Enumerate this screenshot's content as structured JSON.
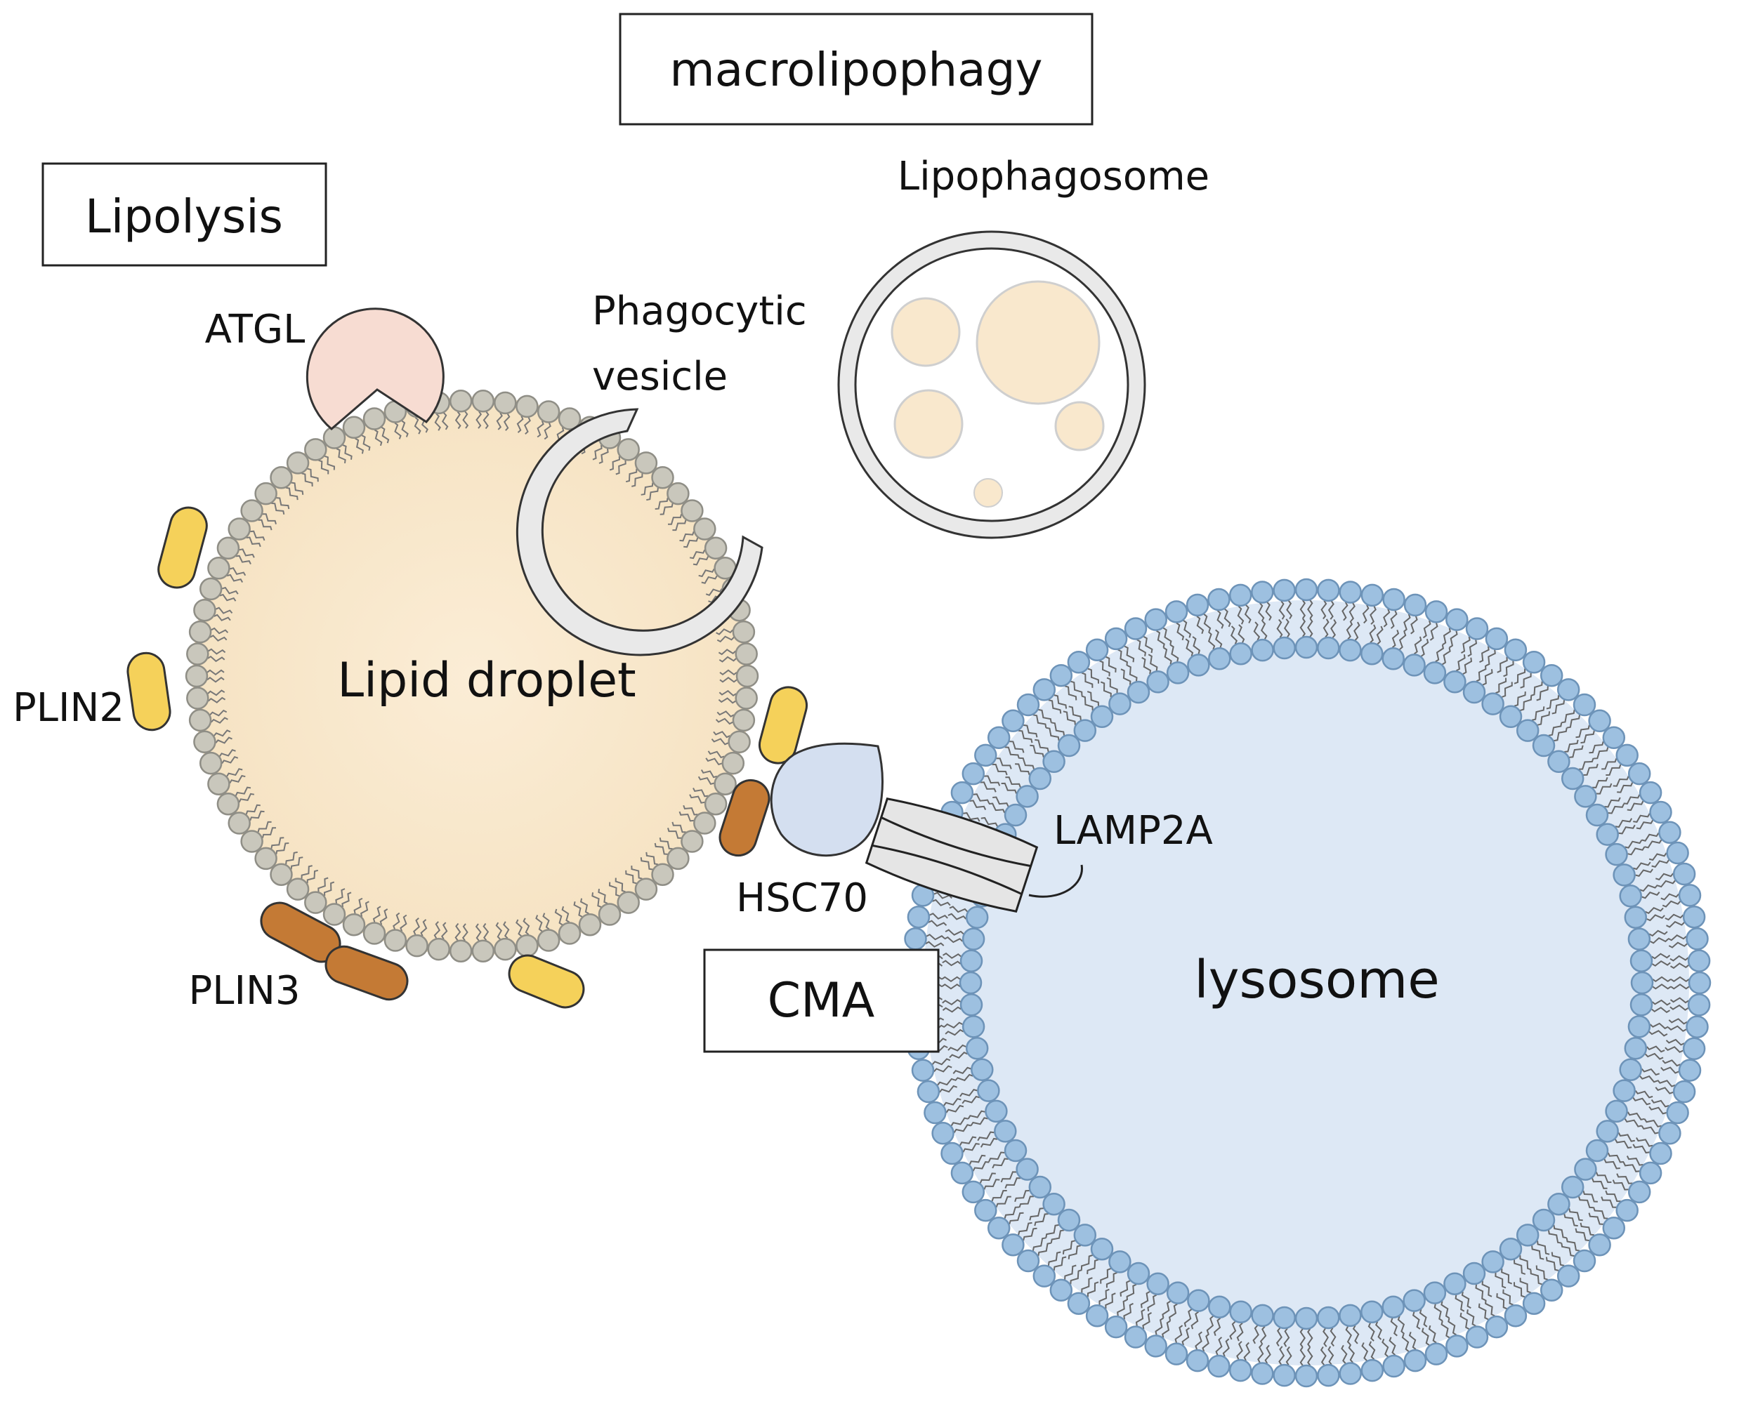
{
  "labels": {
    "macrolipophagy": "macrolipophagy",
    "lipolysis": "Lipolysis",
    "lipophagosome": "Lipophagosome",
    "phagocytic_vesicle_line1": "Phagocytic",
    "phagocytic_vesicle_line2": "vesicle",
    "atgl": "ATGL",
    "plin2": "PLIN2",
    "plin3": "PLIN3",
    "lipid_droplet": "Lipid droplet",
    "hsc70": "HSC70",
    "lamp2a": "LAMP2A",
    "cma": "CMA",
    "lysosome": "lysosome"
  },
  "colors": {
    "lipid_fill": "#f9e8cd",
    "lipid_head": "#c9c7bc",
    "lipid_head_stroke": "#8f8e86",
    "lysosome_fill": "#dde8f5",
    "lysosome_head": "#9dc0e0",
    "lysosome_head_stroke": "#6d93b8",
    "atgl": "#f7dcd2",
    "plin2": "#f5d15a",
    "plin3": "#c47a35",
    "hsc70": "#d4dff0",
    "lamp2a": "#e5e5e5",
    "vesicle": "#e9e9e9"
  }
}
